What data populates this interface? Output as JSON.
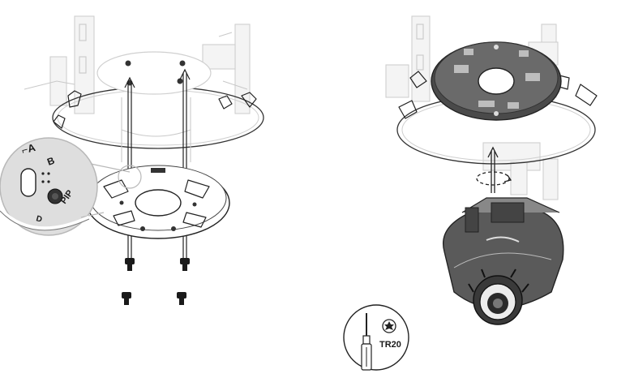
{
  "left_step": {
    "callout_labels": {
      "a": "A",
      "b": "B",
      "pip": "PIP",
      "d": "D"
    }
  },
  "right_step": {
    "tool_label": "TR20"
  }
}
